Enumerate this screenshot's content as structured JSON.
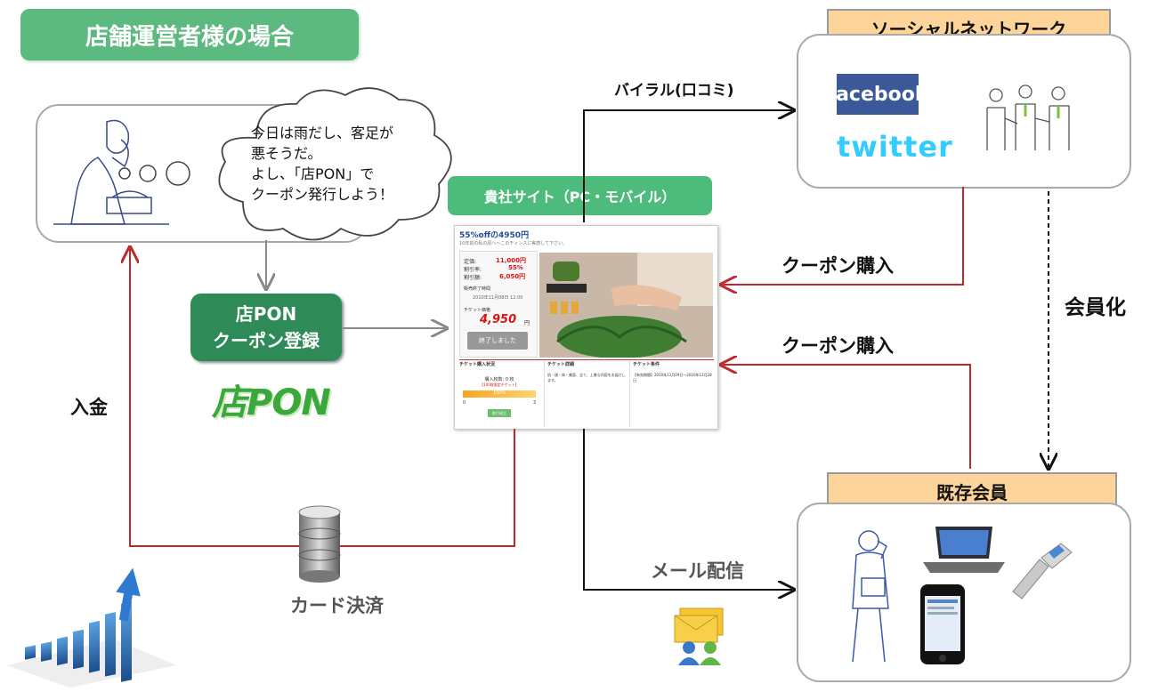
{
  "title": "店舗運営者様の場合",
  "thought_lines": [
    "今日は雨だし、客足が",
    "悪そうだ。",
    "よし、「店PON」で",
    "クーポン発行しよう！"
  ],
  "register_box": [
    "店PON",
    "クーポン登録"
  ],
  "logo_text": "店PON",
  "site_label": "貴社サイト（PC・モバイル）",
  "site": {
    "headline": "55%offの4950円",
    "subline": "10年前の私の肌へ～このチャンスに実感して下さい。",
    "regular_label": "定価:",
    "regular_value": "11,000円",
    "discount_label": "割引率:",
    "discount_value": "55%",
    "savings_label": "割引額:",
    "savings_value": "6,050円",
    "status_label": "販売終了時間",
    "end_time": "2010年11月08日 12:00",
    "ticket_label": "チケット価格",
    "price": "4,950",
    "price_unit": "円",
    "ended_button": "終了しました",
    "col1_title": "チケット購入状況",
    "col1_count": "購入枚数: 0 枚",
    "col1_limit": "【100枚限定チケット】",
    "col1_percent": "100%",
    "col1_min": "0",
    "col1_max": "3",
    "col1_button": "取引成立",
    "col2_title": "チケット詳細",
    "col2_text": "肌・顔・体・美容、全て、上質な内容をお届けします。",
    "col3_title": "チケット条件",
    "col3_text": "【有効期間】2010年11月09日～2010年12月28日"
  },
  "labels": {
    "viral": "バイラル(口コミ)",
    "coupon_buy_1": "クーポン購入",
    "coupon_buy_2": "クーポン購入",
    "membership": "会員化",
    "mail": "メール配信",
    "deposit": "入金",
    "card": "カード決済"
  },
  "sns_label": "ソーシャルネットワーク",
  "sns": {
    "facebook": "facebook",
    "twitter": "twitter"
  },
  "member_label": "既存会員",
  "colors": {
    "green": "#5cb97f",
    "dark_green": "#2e8b57",
    "orange": "#fdd59a",
    "red": "#c0282d",
    "facebook": "#3b5998",
    "twitter": "#33ccff"
  }
}
